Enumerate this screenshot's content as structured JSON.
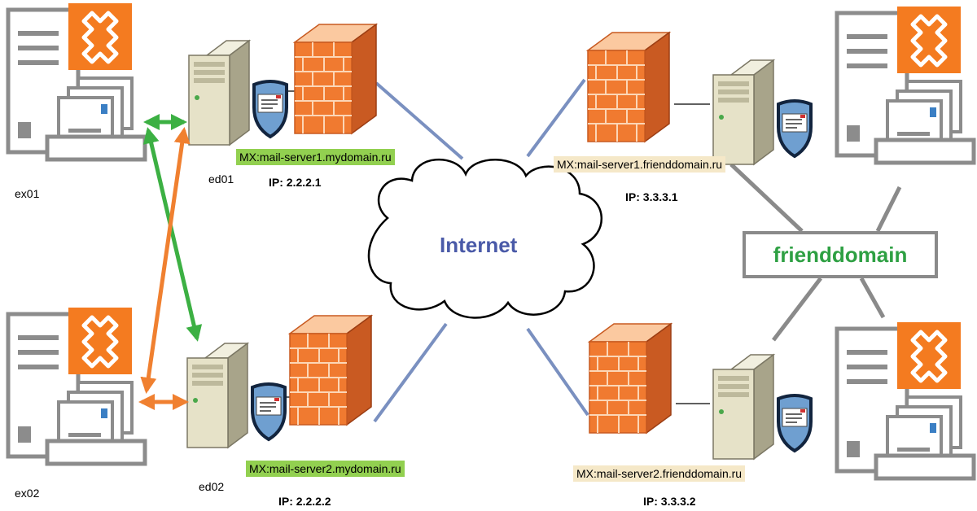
{
  "labels": {
    "ex01": "ex01",
    "ex02": "ex02",
    "ed01": "ed01",
    "ed02": "ed02",
    "internet": "Internet",
    "frienddomain": "frienddomain"
  },
  "mx": {
    "mydomain1": "MX:mail-server1.mydomain.ru",
    "mydomain2": "MX:mail-server2.mydomain.ru",
    "friend1": "MX:mail-server1.frienddomain.ru",
    "friend2": "MX:mail-server2.frienddomain.ru"
  },
  "ip": {
    "mydomain1": "IP: 2.2.2.1",
    "mydomain2": "IP: 2.2.2.2",
    "friend1": "IP: 3.3.3.1",
    "friend2": "IP: 3.3.3.2"
  },
  "colors": {
    "exchange_orange": "#f47b20",
    "firewall_orange": "#f07a30",
    "link_blue": "#7a90c0",
    "link_gray": "#8a8a8a",
    "arrow_green": "#3cb043",
    "arrow_orange": "#f08030",
    "mx_green_bg": "#92d050",
    "mx_beige_bg": "#f5e8c8",
    "internet_text": "#4a5aa8",
    "friend_text": "#2ea043"
  },
  "icons": {
    "exchange": "exchange-server-icon",
    "edge": "edge-transport-server-icon",
    "firewall": "firewall-icon",
    "cloud": "internet-cloud-icon"
  }
}
